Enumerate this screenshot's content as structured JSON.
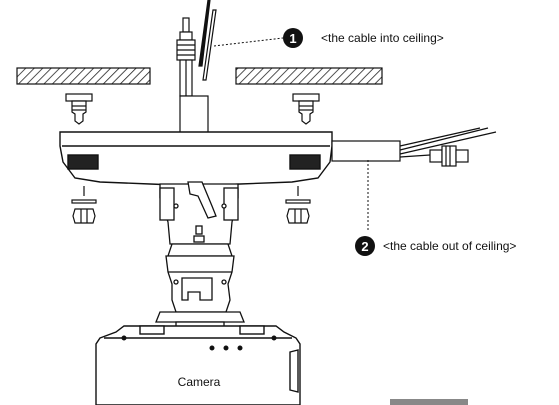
{
  "callouts": [
    {
      "number": "1",
      "text": "<the cable into ceiling>"
    },
    {
      "number": "2",
      "text": "<the cable out of ceiling>"
    }
  ],
  "camera_label": "Camera",
  "colors": {
    "ink": "#111111",
    "hatch": "#222222",
    "bar": "#888888",
    "paper": "#ffffff"
  }
}
